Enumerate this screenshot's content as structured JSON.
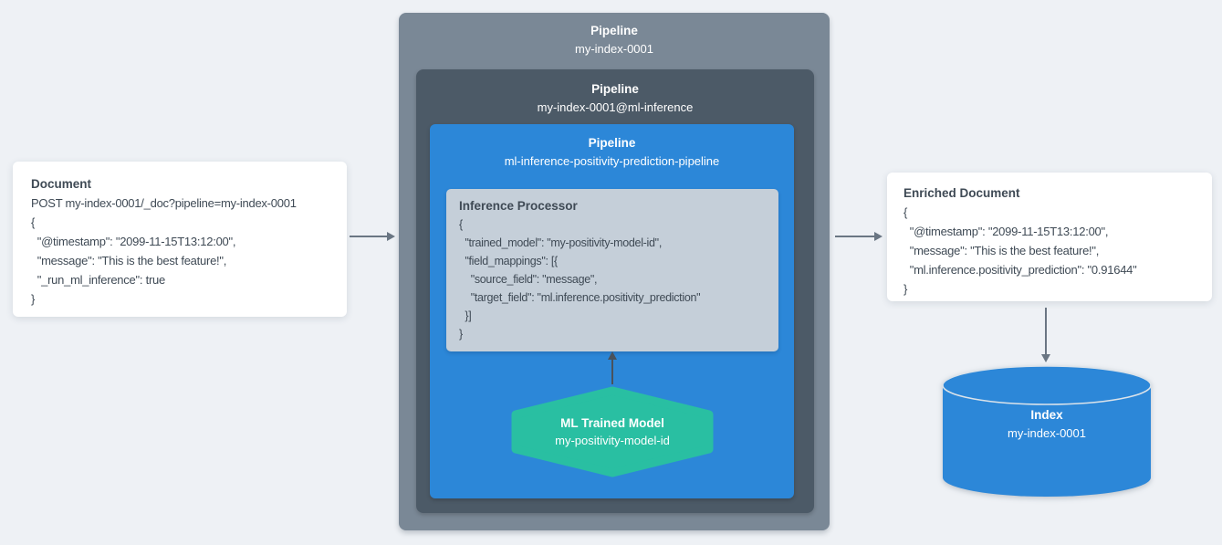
{
  "colors": {
    "background": "#eef1f5",
    "outer_pipeline_box": "#7a8896",
    "inner_pipeline_box": "#4c5a67",
    "ml_pipeline_box": "#2c87d8",
    "processor_box": "#c5cfd9",
    "model_hexagon": "#29bfa2",
    "index_cylinder": "#2c87d8",
    "card_background": "#ffffff",
    "arrow": "#6a7683",
    "dark_text": "#3f4a55",
    "white_text": "#ffffff"
  },
  "document_card": {
    "title": "Document",
    "lines": [
      "POST my-index-0001/_doc?pipeline=my-index-0001",
      "{",
      "  \"@timestamp\": \"2099-11-15T13:12:00\",",
      "  \"message\": \"This is the best feature!\",",
      "  \"_run_ml_inference\": true",
      "}"
    ]
  },
  "outer_pipeline": {
    "title": "Pipeline",
    "name": "my-index-0001"
  },
  "inner_pipeline": {
    "title": "Pipeline",
    "name": "my-index-0001@ml-inference"
  },
  "ml_pipeline": {
    "title": "Pipeline",
    "name": "ml-inference-positivity-prediction-pipeline"
  },
  "inference_processor": {
    "title": "Inference Processor",
    "lines": [
      "{",
      "  \"trained_model\": \"my-positivity-model-id\",",
      "  \"field_mappings\": [{",
      "    \"source_field\": \"message\",",
      "    \"target_field\": \"ml.inference.positivity_prediction\"",
      "  }]",
      "}"
    ]
  },
  "trained_model": {
    "title": "ML Trained Model",
    "name": "my-positivity-model-id"
  },
  "enriched_card": {
    "title": "Enriched Document",
    "lines": [
      "{",
      "  \"@timestamp\": \"2099-11-15T13:12:00\",",
      "  \"message\": \"This is the best feature!\",",
      "  \"ml.inference.positivity_prediction\": \"0.91644\"",
      "}"
    ]
  },
  "index": {
    "title": "Index",
    "name": "my-index-0001"
  }
}
